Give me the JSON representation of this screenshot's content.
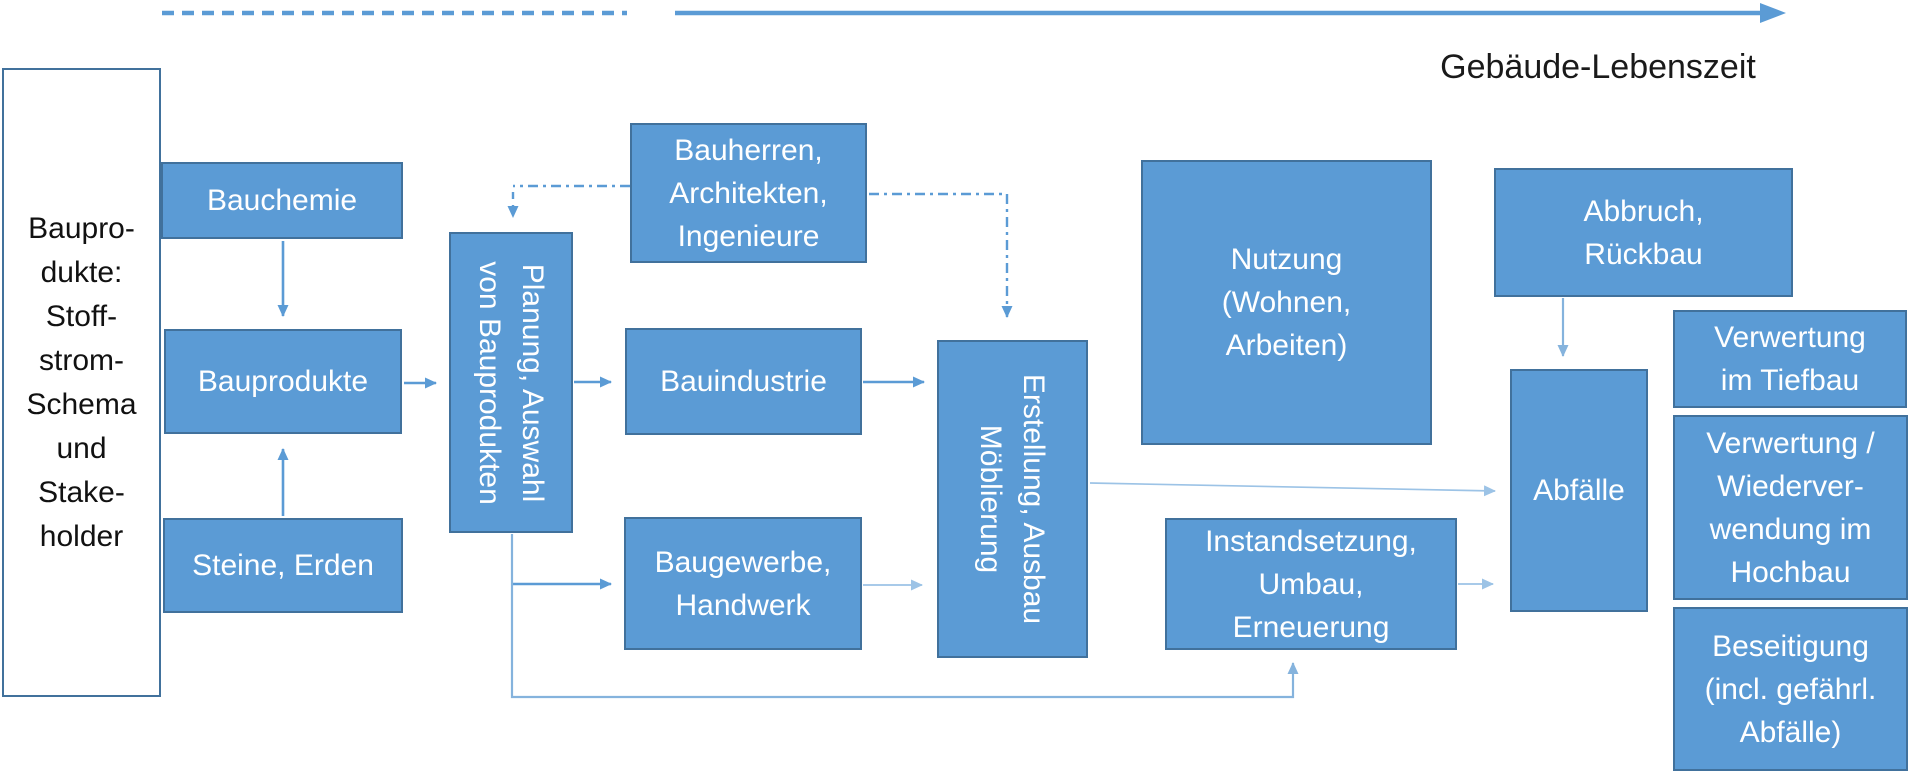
{
  "title": {
    "timeline_label": "Gebäude-Lebenszeit"
  },
  "colors": {
    "box_fill": "#5b9bd5",
    "box_border": "#41719c",
    "arrow_primary": "#5b9bd5",
    "arrow_mid": "#85b3dd",
    "arrow_light": "#9cc3e6",
    "text_on_box": "#ffffff",
    "text_plain": "#1a1a1a"
  },
  "left_panel": {
    "lines": [
      "Baupro-",
      "dukte:",
      "Stoff-",
      "strom-",
      "Schema",
      "und",
      "Stake-",
      "holder"
    ]
  },
  "boxes": {
    "bauchemie": {
      "label": "Bauchemie"
    },
    "bauprodukte": {
      "label": "Bauprodukte"
    },
    "steine_erden": {
      "label": "Steine, Erden"
    },
    "planung": {
      "lines": [
        "Planung, Auswahl",
        "von Bauprodukten"
      ]
    },
    "bauherren": {
      "lines": [
        "Bauherren,",
        "Architekten,",
        "Ingenieure"
      ]
    },
    "bauindustrie": {
      "label": "Bauindustrie"
    },
    "baugewerbe": {
      "lines": [
        "Baugewerbe,",
        "Handwerk"
      ]
    },
    "erstellung": {
      "lines": [
        "Erstellung, Ausbau",
        "Möblierung"
      ]
    },
    "nutzung": {
      "lines": [
        "Nutzung",
        "(Wohnen,",
        "Arbeiten)"
      ]
    },
    "instandsetzung": {
      "lines": [
        "Instandsetzung,",
        "Umbau,",
        "Erneuerung"
      ]
    },
    "abbruch": {
      "lines": [
        "Abbruch,",
        "Rückbau"
      ]
    },
    "abfaelle": {
      "label": "Abfälle"
    },
    "verwertung_tiefbau": {
      "lines": [
        "Verwertung",
        "im Tiefbau"
      ]
    },
    "verwertung_hochbau": {
      "lines": [
        "Verwertung /",
        "Wiederver-",
        "wendung im",
        "Hochbau"
      ]
    },
    "beseitigung": {
      "lines": [
        "Beseitigung",
        "(incl. gefährl.",
        "Abfälle)"
      ]
    }
  }
}
